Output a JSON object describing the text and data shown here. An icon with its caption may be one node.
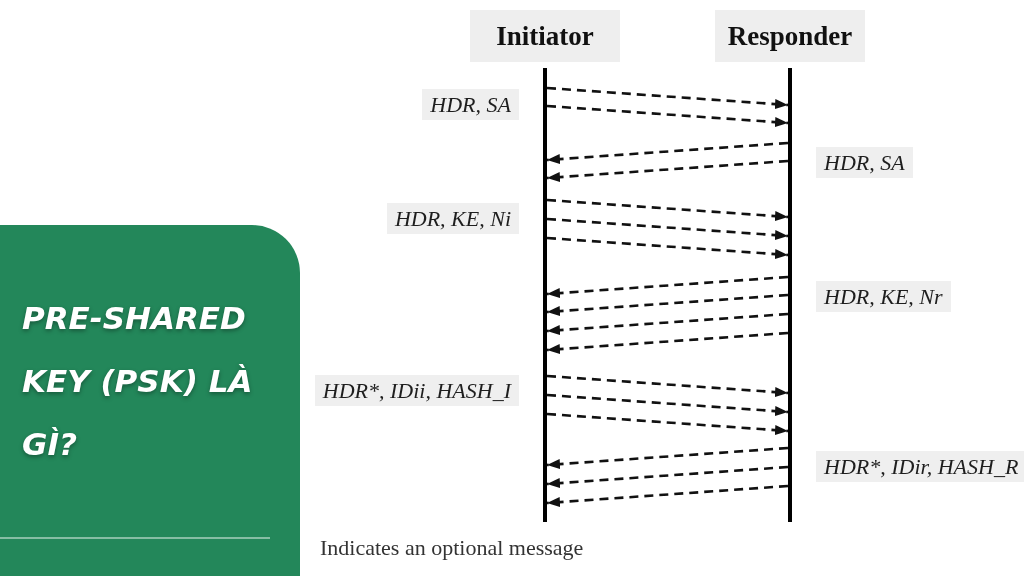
{
  "diagram": {
    "title": "PRE-SHARED KEY (PSK) LÀ GÌ?",
    "nodes": [
      {
        "text": [
          "Initiator"
        ]
      },
      {
        "text": [
          "Responder"
        ]
      },
      {
        "text": [],
        "shape": "bar"
      },
      {
        "text": [],
        "shape": "bar"
      }
    ],
    "edges": [
      {
        "from": 2,
        "to": 3,
        "arrow": "to",
        "style": "dashed"
      },
      {
        "from": 2,
        "to": 3,
        "arrow": "to",
        "style": "dashed"
      },
      {
        "from": 3,
        "to": 2,
        "arrow": "to",
        "style": "dashed"
      },
      {
        "from": 3,
        "to": 2,
        "arrow": "to",
        "style": "dashed"
      },
      {
        "from": 2,
        "to": 3,
        "arrow": "to",
        "style": "dashed"
      },
      {
        "from": 2,
        "to": 3,
        "arrow": "to",
        "style": "dashed"
      },
      {
        "from": 2,
        "to": 3,
        "arrow": "to",
        "style": "dashed"
      },
      {
        "from": 3,
        "to": 2,
        "arrow": "to",
        "style": "dashed"
      },
      {
        "from": 3,
        "to": 2,
        "arrow": "to",
        "style": "dashed"
      },
      {
        "from": 3,
        "to": 2,
        "arrow": "to",
        "style": "dashed"
      },
      {
        "from": 3,
        "to": 2,
        "arrow": "to",
        "style": "dashed"
      },
      {
        "from": 2,
        "to": 3,
        "arrow": "to",
        "style": "dashed"
      },
      {
        "from": 2,
        "to": 3,
        "arrow": "to",
        "style": "dashed"
      },
      {
        "from": 2,
        "to": 3,
        "arrow": "to",
        "style": "dashed"
      },
      {
        "from": 3,
        "to": 2,
        "arrow": "to",
        "style": "dashed"
      },
      {
        "from": 3,
        "to": 2,
        "arrow": "to",
        "style": "dashed"
      },
      {
        "from": 3,
        "to": 2,
        "arrow": "to",
        "style": "dashed"
      }
    ],
    "labels": [
      "HDR, SA",
      "HDR, SA",
      "HDR, KE, Ni",
      "HDR, KE, Nr",
      "HDR*, IDii, HASH_I",
      "HDR*, IDir, HASH_R",
      "Indicates an optional message"
    ]
  }
}
